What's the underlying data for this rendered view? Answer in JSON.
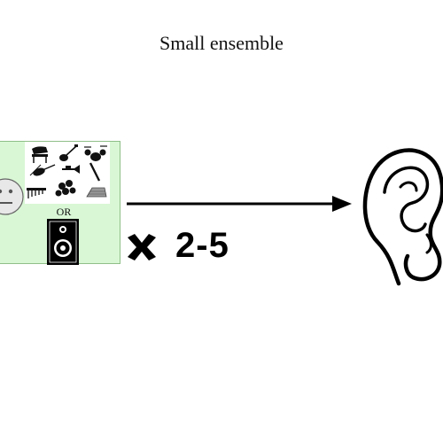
{
  "title": "Small ensemble",
  "source": {
    "or_label": "OR",
    "icons": [
      "neutral-face-icon",
      "piano-icon",
      "guitar-icon",
      "drum-kit-icon",
      "cello-icon",
      "trumpet-icon",
      "oboe-icon",
      "marimba-icon",
      "handbells-icon",
      "harp-icon",
      "speaker-icon"
    ]
  },
  "multiplier": {
    "icon": "times-icon",
    "count": "2-5"
  },
  "target": {
    "icon": "ear-icon"
  }
}
